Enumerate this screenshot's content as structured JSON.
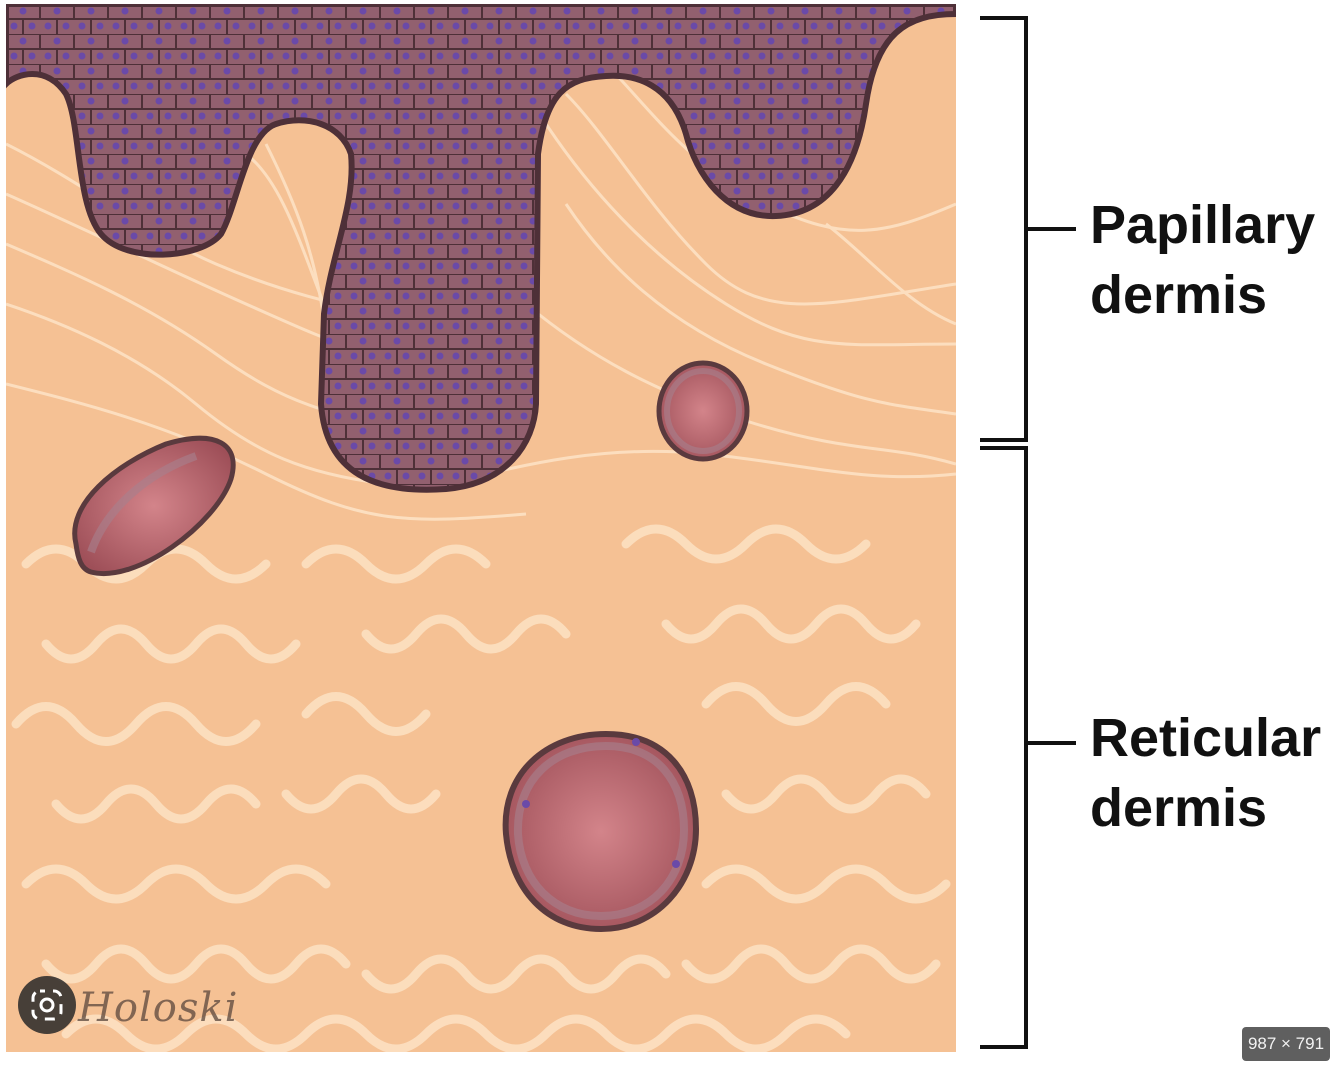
{
  "labels": {
    "papillary_line1": "Papillary",
    "papillary_line2": "dermis",
    "reticular_line1": "Reticular",
    "reticular_line2": "dermis"
  },
  "watermark": "Holoski",
  "image_size_badge": "987 × 791",
  "icons": {
    "visual_search": "lens-search-icon"
  },
  "colors": {
    "dermis_background": "#f5c194",
    "collagen_fiber": "#fde2c4",
    "epidermis": "#8e5a6c",
    "epidermis_cell_border": "#4e3038",
    "nucleus": "#6a4aa8",
    "vessel_lumen": "#b5616a",
    "bracket": "#111111"
  }
}
